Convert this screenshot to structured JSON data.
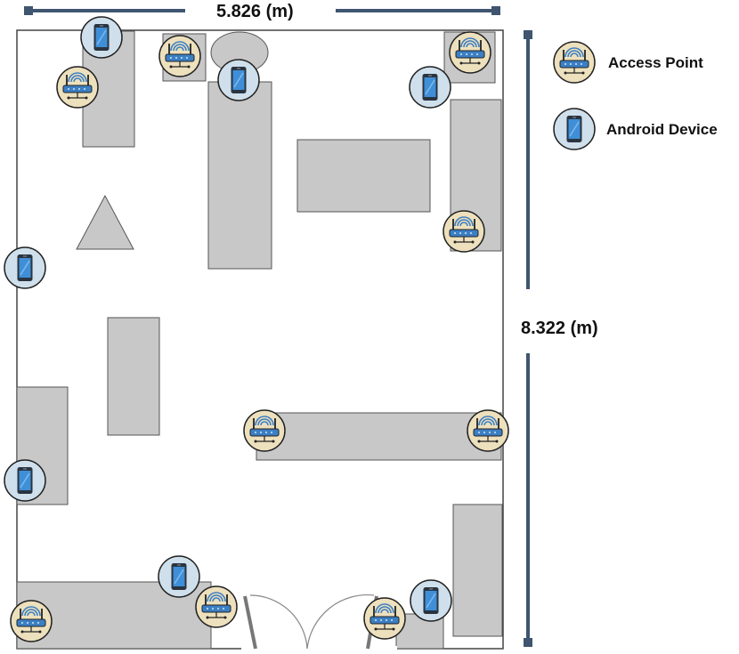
{
  "dimensions": {
    "width_label": "5.826 (m)",
    "height_label": "8.322 (m)"
  },
  "legend": {
    "access_point_label": "Access Point",
    "android_device_label": "Android Device"
  },
  "icons": {
    "access_point": "router-icon",
    "android_device": "smartphone-icon"
  },
  "colors": {
    "dimension_line": "#3f5570",
    "furniture": "#c8c8c8",
    "access_point_badge": "#ede0bd",
    "android_badge": "#cfe0ec",
    "phone_screen": "#3f8fd8"
  }
}
